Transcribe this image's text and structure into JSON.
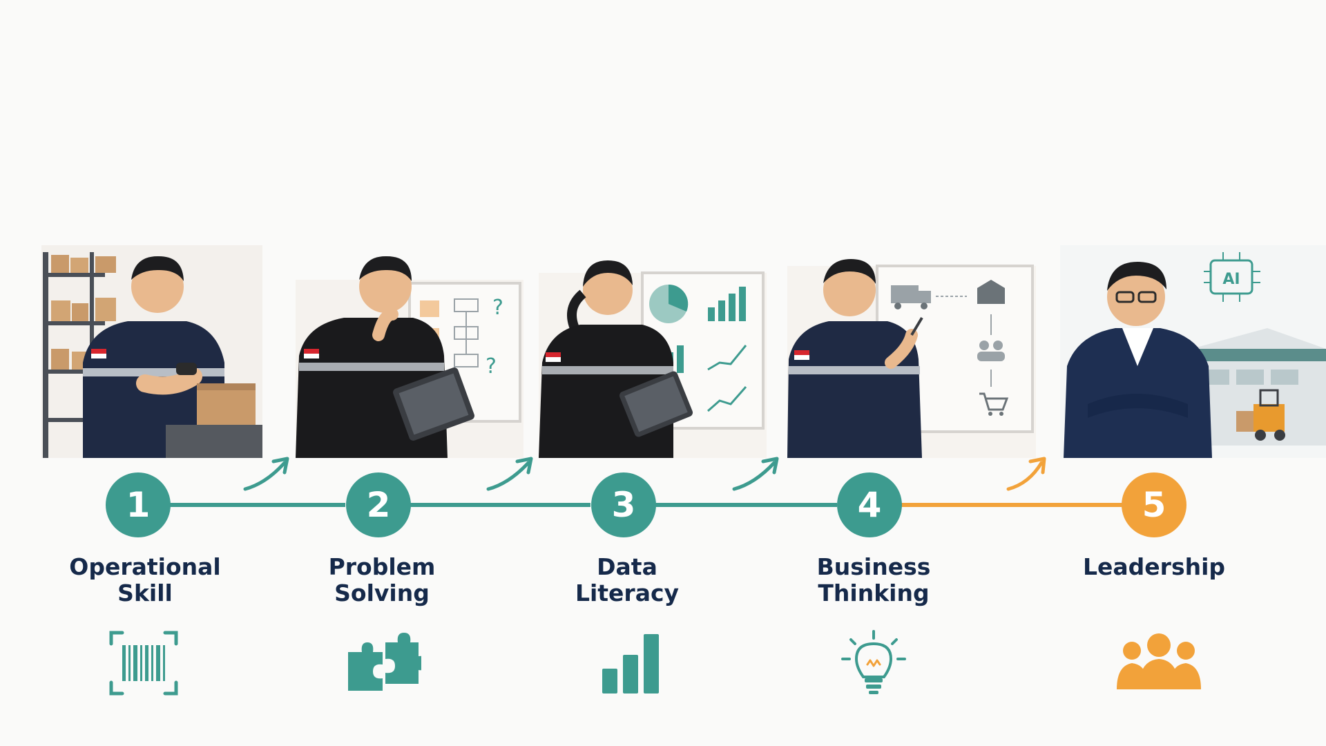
{
  "colors": {
    "teal": "#3d9b8f",
    "orange": "#f2a23a",
    "navy": "#15294a",
    "background": "#fafaf9"
  },
  "steps": [
    {
      "number": "1",
      "label_line1": "Operational",
      "label_line2": "Skill",
      "icon": "barcode-icon",
      "color": "#3d9b8f"
    },
    {
      "number": "2",
      "label_line1": "Problem",
      "label_line2": "Solving",
      "icon": "puzzle-icon",
      "color": "#3d9b8f"
    },
    {
      "number": "3",
      "label_line1": "Data",
      "label_line2": "Literacy",
      "icon": "bar-chart-icon",
      "color": "#3d9b8f"
    },
    {
      "number": "4",
      "label_line1": "Business",
      "label_line2": "Thinking",
      "icon": "lightbulb-icon",
      "color": "#3d9b8f"
    },
    {
      "number": "5",
      "label_line1": "Leadership",
      "label_line2": "",
      "icon": "team-icon",
      "color": "#f2a23a"
    }
  ],
  "illustrations": {
    "ai_badge": "AI"
  }
}
